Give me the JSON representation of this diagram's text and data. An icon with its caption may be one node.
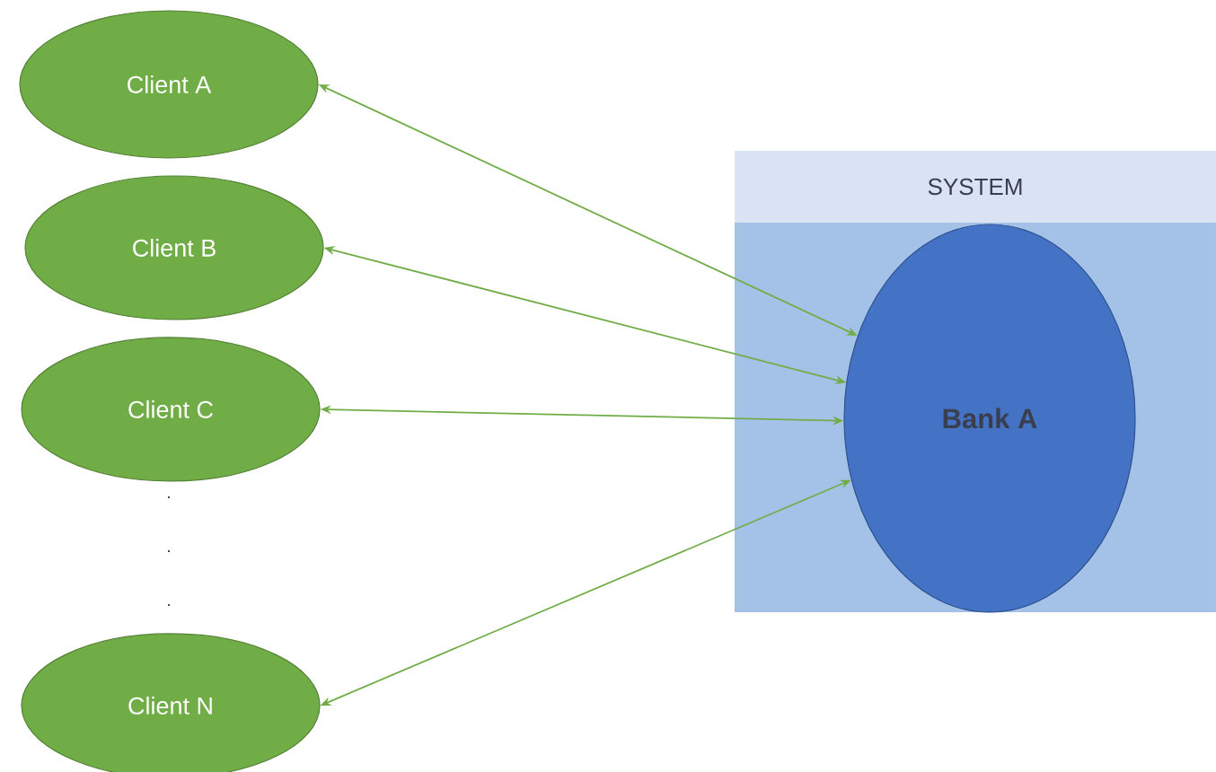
{
  "diagram": {
    "nodes": [
      {
        "text": [
          "Client A"
        ]
      },
      {
        "text": [
          "Client B"
        ]
      },
      {
        "text": [
          "Client C"
        ]
      },
      {
        "text": [
          "Client N"
        ]
      },
      {
        "text": [
          "SYSTEM"
        ]
      },
      {
        "text": [
          "Bank A"
        ],
        "in": 4
      }
    ],
    "edges": [
      {
        "from": 0,
        "to": 5,
        "arrow": "both"
      },
      {
        "from": 1,
        "to": 5,
        "arrow": "both"
      },
      {
        "from": 2,
        "to": 5,
        "arrow": "both"
      },
      {
        "from": 3,
        "to": 5,
        "arrow": "both"
      }
    ],
    "labels": [
      ".",
      ".",
      "."
    ]
  }
}
